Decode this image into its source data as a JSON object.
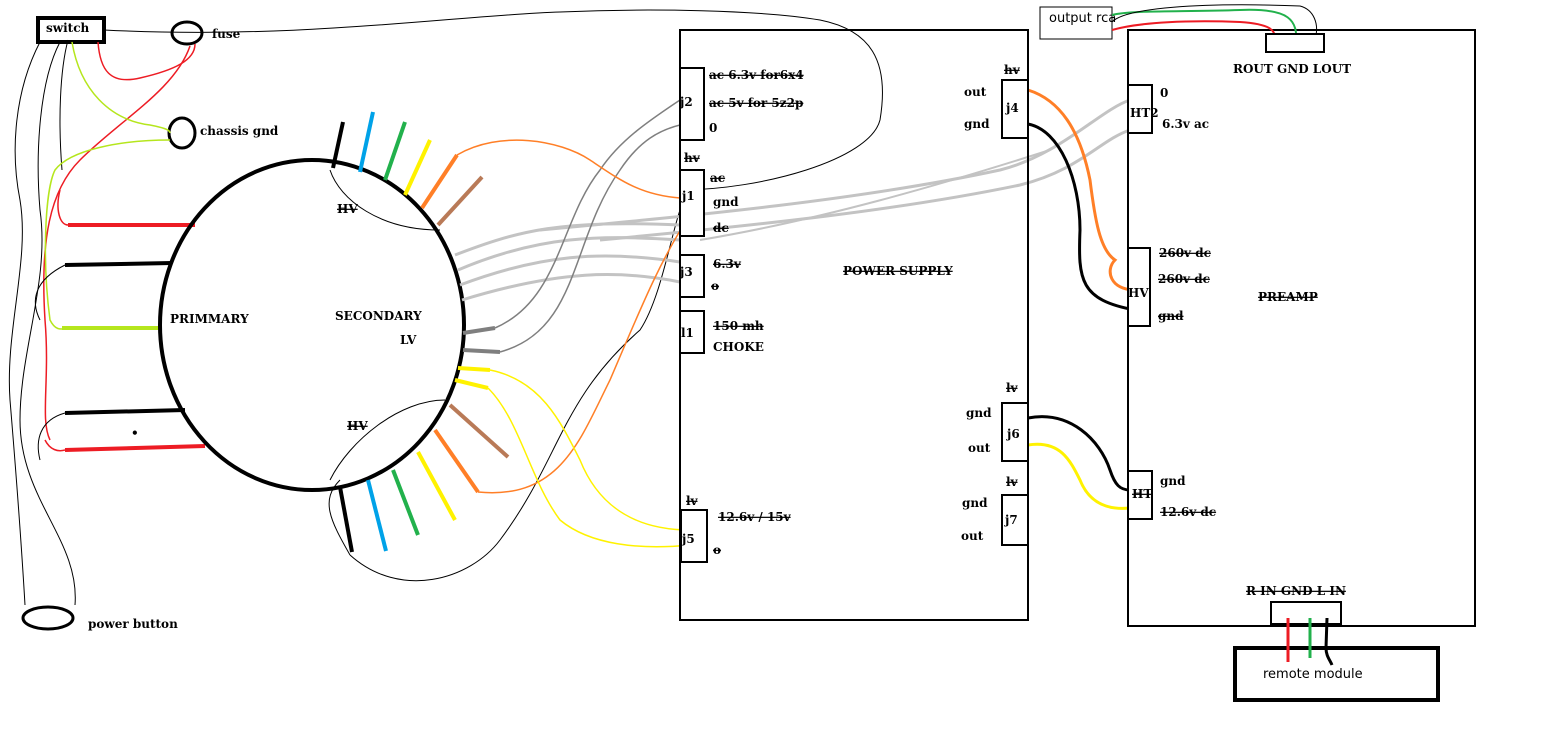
{
  "labels": {
    "switch": "switch",
    "fuse": "fuse",
    "chassis_gnd": "chassis gnd",
    "power_button": "power button",
    "primary": "PRIMMARY",
    "secondary": "SECONDARY",
    "lv": "LV",
    "hv_top": "HV",
    "hv_bottom": "HV",
    "primary_dot": "•"
  },
  "power_supply": {
    "title": "POWER SUPPLY",
    "j2": {
      "id": "j2",
      "lines": [
        "ac 6.3v for6x4",
        "ac 5v for 5z2p",
        "0"
      ]
    },
    "j1": {
      "id": "j1",
      "header": "hv",
      "lines": [
        "ac",
        "gnd",
        "dc"
      ]
    },
    "j3": {
      "id": "j3",
      "lines": [
        "6.3v",
        "o"
      ]
    },
    "l1": {
      "id": "l1",
      "lines": [
        "150 mh",
        "CHOKE"
      ]
    },
    "j5": {
      "id": "j5",
      "header": "lv",
      "lines": [
        "12.6v / 15v",
        "o"
      ]
    },
    "j4": {
      "id": "j4",
      "header": "hv",
      "lines": [
        "out",
        "gnd"
      ]
    },
    "j6": {
      "id": "j6",
      "header": "lv",
      "lines": [
        "gnd",
        "out"
      ]
    },
    "j7": {
      "id": "j7",
      "header": "lv",
      "lines": [
        "gnd",
        "out"
      ]
    }
  },
  "preamp": {
    "title": "PREAMP",
    "rca_header": "ROUT GND LOUT",
    "output_rca": "output rca",
    "ht2": {
      "id": "HT2",
      "lines": [
        "0",
        "6.3v ac"
      ]
    },
    "hv": {
      "id": "HV",
      "lines": [
        "260v dc",
        "260v dc",
        "gnd"
      ]
    },
    "ht": {
      "id": "HT",
      "lines": [
        "gnd",
        "12.6v dc"
      ]
    },
    "input_header": "R IN  GND  L IN",
    "remote_module": "remote module"
  },
  "wire_colors": {
    "red": "#ed1c24",
    "black": "#000000",
    "yellow_green": "#b5e61d",
    "blue": "#00a2e8",
    "green": "#22b14c",
    "yellow": "#fff200",
    "orange": "#ff7f27",
    "brown": "#b97a57",
    "gray": "#7f7f7f",
    "light_gray": "#c3c3c3"
  }
}
